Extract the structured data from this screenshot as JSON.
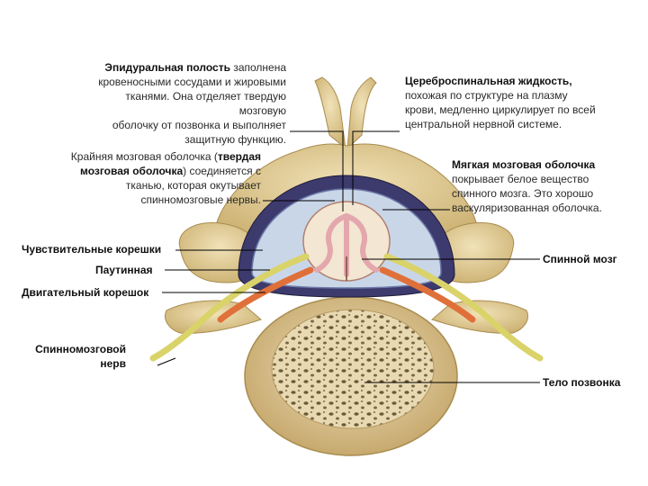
{
  "labels": {
    "epidural": {
      "title": "Эпидуральная полость",
      "lines": [
        "заполнена",
        "кровеносными сосудами и жировыми",
        "тканями. Она отделяет твердую мозговую",
        "оболочку от позвонка и выполняет",
        "защитную функцию."
      ]
    },
    "csf": {
      "title": "Цереброспинальная жидкость,",
      "lines": [
        "похожая по структуре на плазму",
        "крови, медленно циркулирует по всей",
        "центральной нервной системе."
      ]
    },
    "dura": {
      "line1": "Крайняя мозговая оболочка (",
      "bold1": "твердая",
      "bold2": "мозговая оболочка",
      "line2": ") соединяется с",
      "line3": "тканью, которая окутывает",
      "line4": "спинномозговые нервы."
    },
    "pia": {
      "title": "Мягкая мозговая оболочка",
      "lines": [
        "покрывает белое вещество",
        "спинного мозга. Это хорошо",
        "васкуляризованная оболочка."
      ]
    },
    "sensory_root": "Чувствительные корешки",
    "arachnoid": "Паутинная",
    "motor_root": "Двигательный корешок",
    "spinal_nerve_1": "Спинномозговой",
    "spinal_nerve_2": "нерв",
    "spinal_cord": "Спинной мозг",
    "vertebral_body": "Тело позвонка"
  },
  "colors": {
    "bone": "#e2cf9d",
    "bone_dark": "#b89c5a",
    "dura": "#3d3a6e",
    "csf": "#c9d6e8",
    "cord": "#f3e6d2",
    "grey_matter": "#f0c7c9",
    "nerve": "#d9d36a",
    "motor": "#e0703a",
    "line": "#000000"
  }
}
